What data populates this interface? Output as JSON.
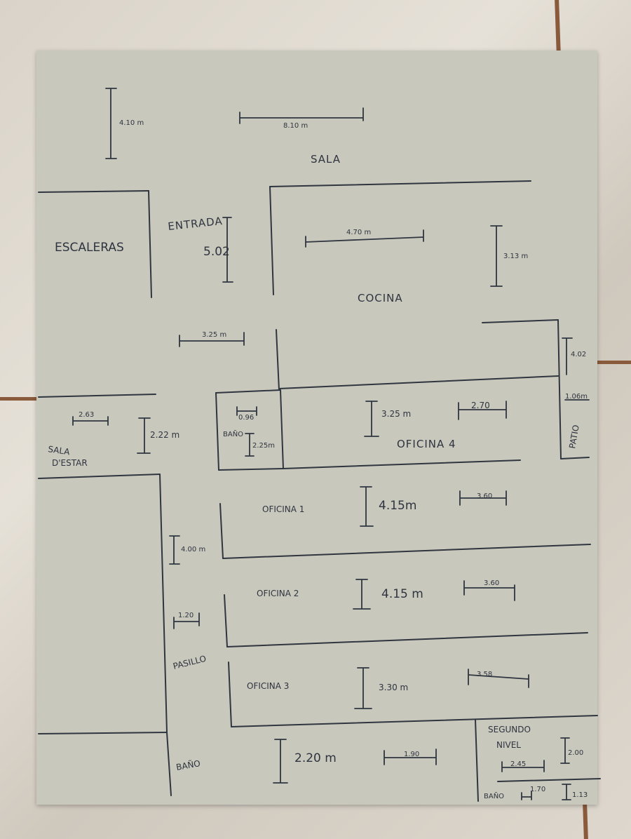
{
  "rooms": {
    "sala": "SALA",
    "escaleras": "ESCALERAS",
    "entrada": "ENTRADA",
    "cocina": "COCINA",
    "sala_estar_1": "SALA",
    "sala_estar_2": "D'ESTAR",
    "bano_small": "BAÑO",
    "oficina4": "OFICINA 4",
    "patio": "PATIO",
    "oficina1": "OFICINA 1",
    "oficina2": "OFICINA 2",
    "oficina3": "OFICINA 3",
    "pasillo": "PASILLO",
    "bano_bottom": "BAÑO",
    "segundo_1": "SEGUNDO",
    "segundo_2": "NIVEL",
    "bano_corner": "BAÑO"
  },
  "dims": {
    "sala_h": "4.10 m",
    "sala_w": "8.10 m",
    "entrada_h": "5.02",
    "cocina_w": "4.70 m",
    "cocina_h": "3.13 m",
    "hall_w": "3.25 m",
    "patio_h": "4.02",
    "patio_w": "1.06m",
    "estar_w": "2.63",
    "estar_h": "2.22 m",
    "bano_w": "0.96",
    "bano_h": "2.25m",
    "of4_h": "3.25 m",
    "of4_w": "2.70",
    "of1_h": "4.15m",
    "of1_w": "3.60",
    "pasillo_h": "4.00 m",
    "pasillo_w": "1.20",
    "of2_h": "4.15 m",
    "of2_w": "3.60",
    "of3_h": "3.30 m",
    "of3_w": "3.58",
    "bano_bottom_h": "2.20 m",
    "bano_bottom_w": "1.90",
    "segundo_h": "2.00",
    "segundo_w": "2.45",
    "corner_w": "1.70",
    "corner_h": "1.13"
  }
}
